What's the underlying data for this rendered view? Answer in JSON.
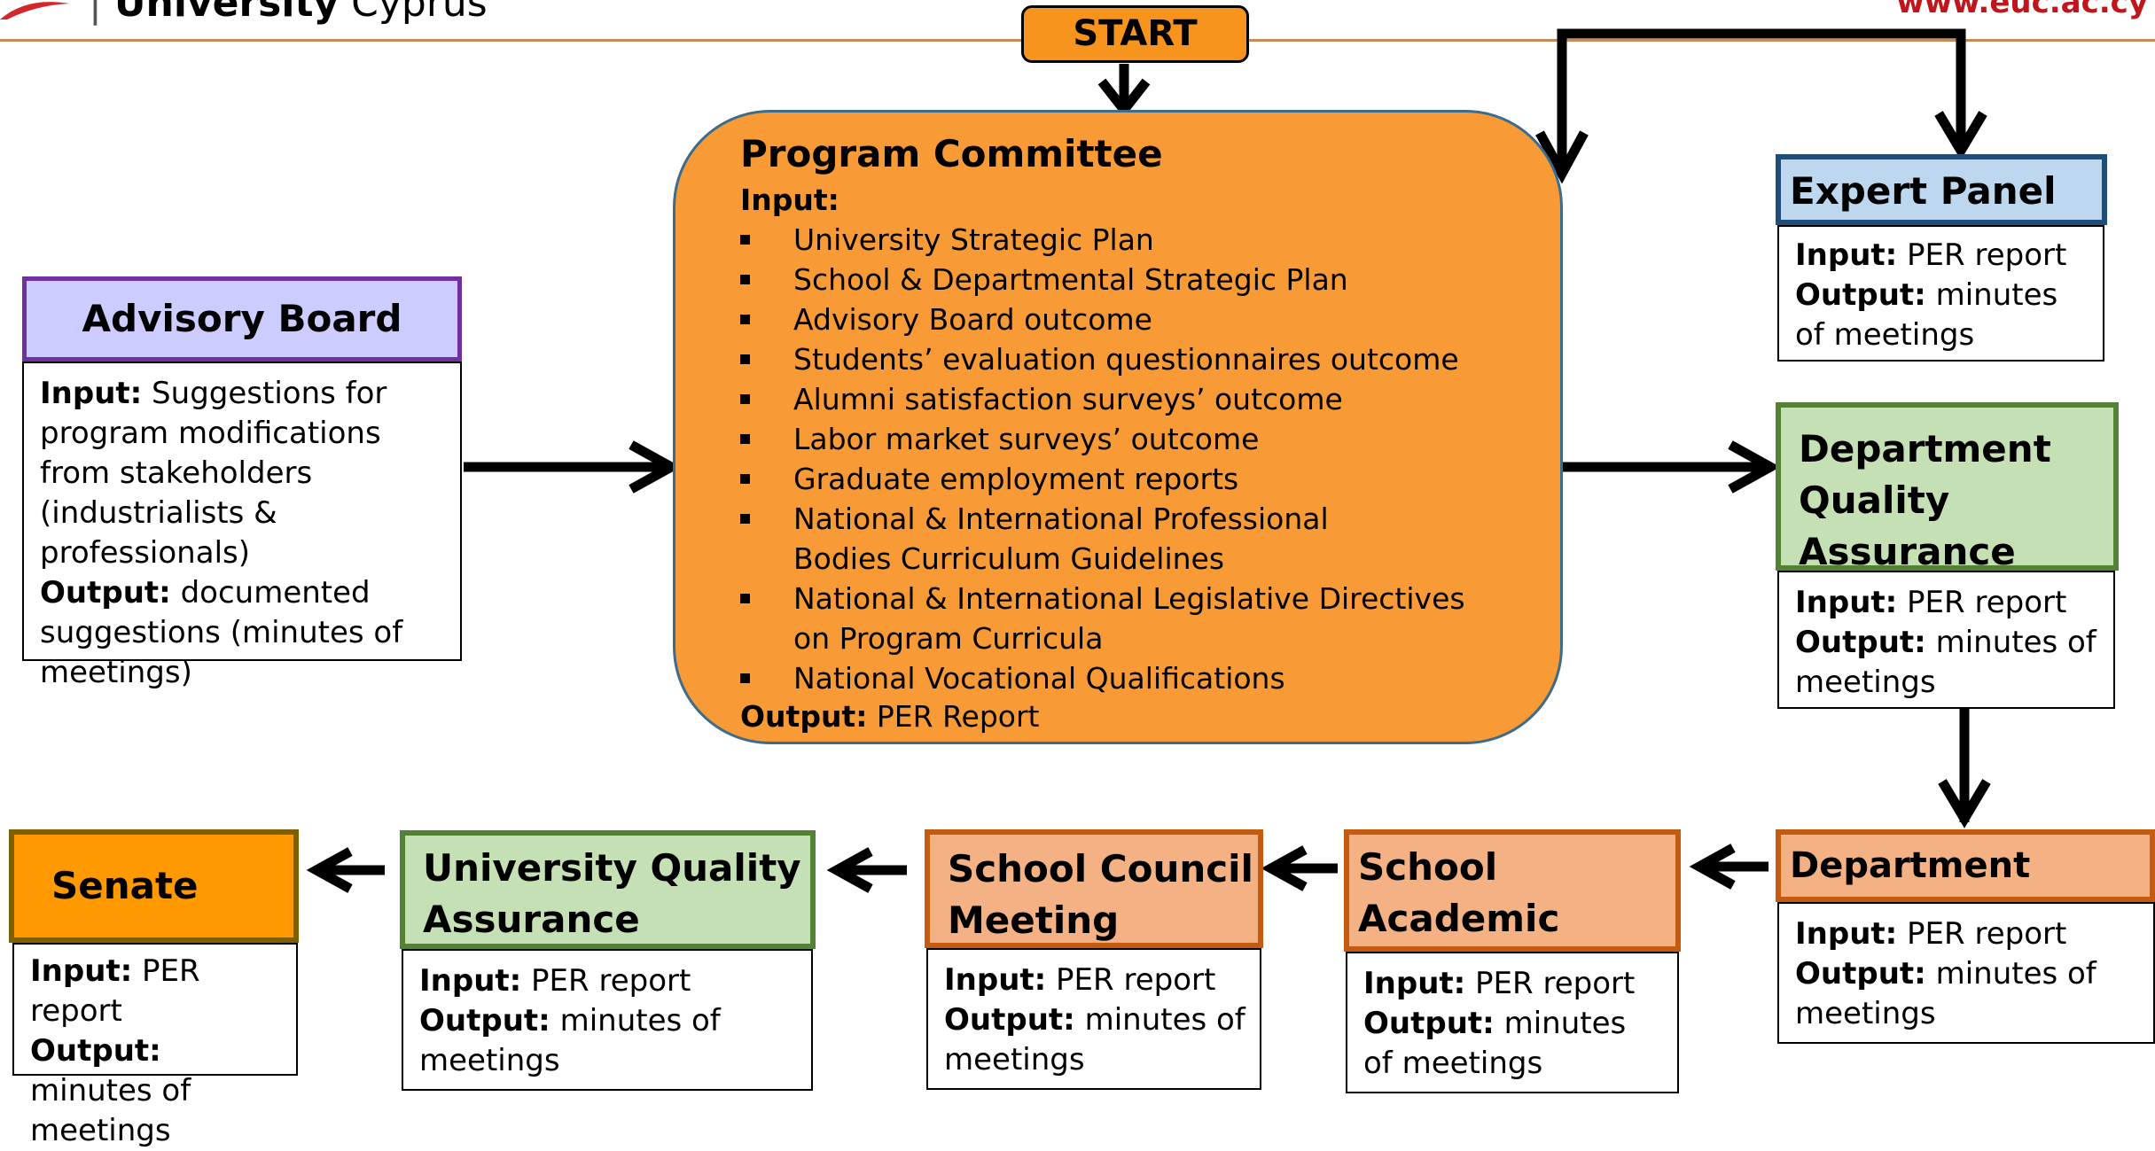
{
  "header": {
    "university_bold": "University",
    "university_rest": " Cyprus",
    "website": "www.euc.ac.cy"
  },
  "start_label": "START",
  "program_committee": {
    "title": "Program Committee",
    "input_label": "Input:",
    "inputs": [
      "University Strategic Plan",
      "School & Departmental Strategic Plan",
      "Advisory Board outcome",
      "Students’ evaluation questionnaires outcome",
      "Alumni satisfaction surveys’ outcome",
      "Labor market surveys’ outcome",
      "Graduate employment reports",
      "National & International Professional Bodies Curriculum Guidelines",
      "National & International Legislative Directives on Program Curricula",
      "National Vocational Qualifications"
    ],
    "output_label": "Output:",
    "output_value": " PER Report"
  },
  "advisory_board": {
    "title": "Advisory Board",
    "input_label": "Input:",
    "input_value": " Suggestions for program modifications from stakeholders (industrialists & professionals)",
    "output_label": "Output:",
    "output_value": " documented suggestions (minutes of meetings)"
  },
  "expert_panel": {
    "title": "Expert Panel",
    "input_label": "Input:",
    "input_value": " PER report",
    "output_label": "Output:",
    "output_value": " minutes of meetings"
  },
  "dept_qa_committee": {
    "title": "Department Quality Assurance Committee",
    "input_label": "Input:",
    "input_value": " PER report",
    "output_label": "Output:",
    "output_value": " minutes of meetings"
  },
  "department_council": {
    "title": "Department Council",
    "input_label": "Input:",
    "input_value": " PER report",
    "output_label": "Output:",
    "output_value": " minutes of meetings"
  },
  "school_academic_committee": {
    "title": "School Academic Committee",
    "input_label": "Input:",
    "input_value": " PER report",
    "output_label": "Output:",
    "output_value": " minutes of meetings"
  },
  "school_council_meeting": {
    "title": "School Council Meeting",
    "input_label": "Input:",
    "input_value": " PER report",
    "output_label": "Output:",
    "output_value": " minutes of meetings"
  },
  "university_qa_committee": {
    "title": "University Quality Assurance Committee",
    "input_label": "Input:",
    "input_value": " PER report",
    "output_label": "Output:",
    "output_value": " minutes of meetings"
  },
  "senate": {
    "title": "Senate",
    "input_label": "Input:",
    "input_value": " PER report",
    "output_label": "Output:",
    "output_value": " minutes of meetings"
  },
  "colors": {
    "header_rule": "#c98a57",
    "program_fill": "#f89a35",
    "website_red": "#c0161b"
  }
}
